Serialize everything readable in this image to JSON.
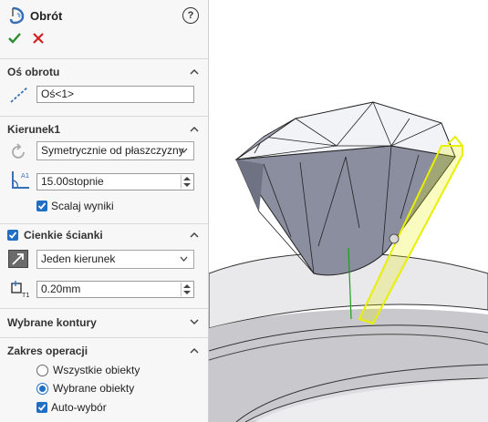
{
  "header": {
    "title": "Obrót",
    "help_label": "?"
  },
  "axis_section": {
    "title": "Oś obrotu",
    "field_value": "Oś<1>"
  },
  "direction_section": {
    "title": "Kierunek1",
    "type_selected": "Symetrycznie od płaszczyzny",
    "angle_value": "15.00stopnie",
    "merge_label": "Scalaj wyniki",
    "merge_checked": true
  },
  "thin_section": {
    "title": "Cienkie ścianki",
    "enabled": true,
    "type_selected": "Jeden kierunek",
    "thickness_value": "0.20mm"
  },
  "contours_section": {
    "title": "Wybrane kontury"
  },
  "scope_section": {
    "title": "Zakres operacji",
    "options": [
      "Wszystkie obiekty",
      "Wybrane obiekty"
    ],
    "selected": "Wybrane obiekty",
    "auto_label": "Auto-wybór",
    "auto_checked": true
  },
  "colors": {
    "accent": "#1f6fc4",
    "ok": "#2e8b2e",
    "cancel": "#d42020",
    "highlight": "#e8f000"
  }
}
